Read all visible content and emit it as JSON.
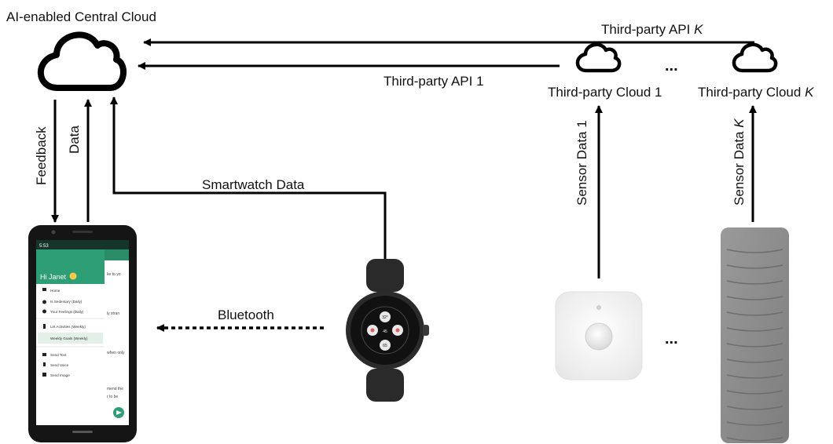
{
  "central_cloud": {
    "label": "AI-enabled Central Cloud"
  },
  "third_party": {
    "api_1": "Third-party API 1",
    "api_k_prefix": "Third-party API ",
    "cloud_1": "Third-party Cloud 1",
    "cloud_k_prefix": "Third-party Cloud ",
    "k": "K",
    "ellipsis": "..."
  },
  "links": {
    "feedback": "Feedback",
    "data": "Data",
    "smartwatch_data": "Smartwatch Data",
    "bluetooth": "Bluetooth",
    "sensor_data_1": "Sensor Data 1",
    "sensor_data_k_prefix": "Sensor Data ",
    "devices_ellipsis": "..."
  },
  "phone": {
    "status_time": "5:53",
    "greeting": "Hi Janet",
    "drawer_items": [
      "Home",
      "Is Sedentary (Daily)",
      "Your Feelings (Daily)",
      "Let Activities (Weekly)",
      "Weekly Goals (Weekly)",
      "Send Text",
      "Send Voice",
      "Send Image"
    ],
    "side_texts": [
      "ke to yo",
      "ly stran",
      "when only",
      "mend the",
      "r to be"
    ],
    "colors": {
      "header_green": "#2e9e76",
      "status_dark": "#16352a"
    }
  },
  "watch": {
    "face_values": [
      "32°",
      "45",
      "65"
    ]
  }
}
